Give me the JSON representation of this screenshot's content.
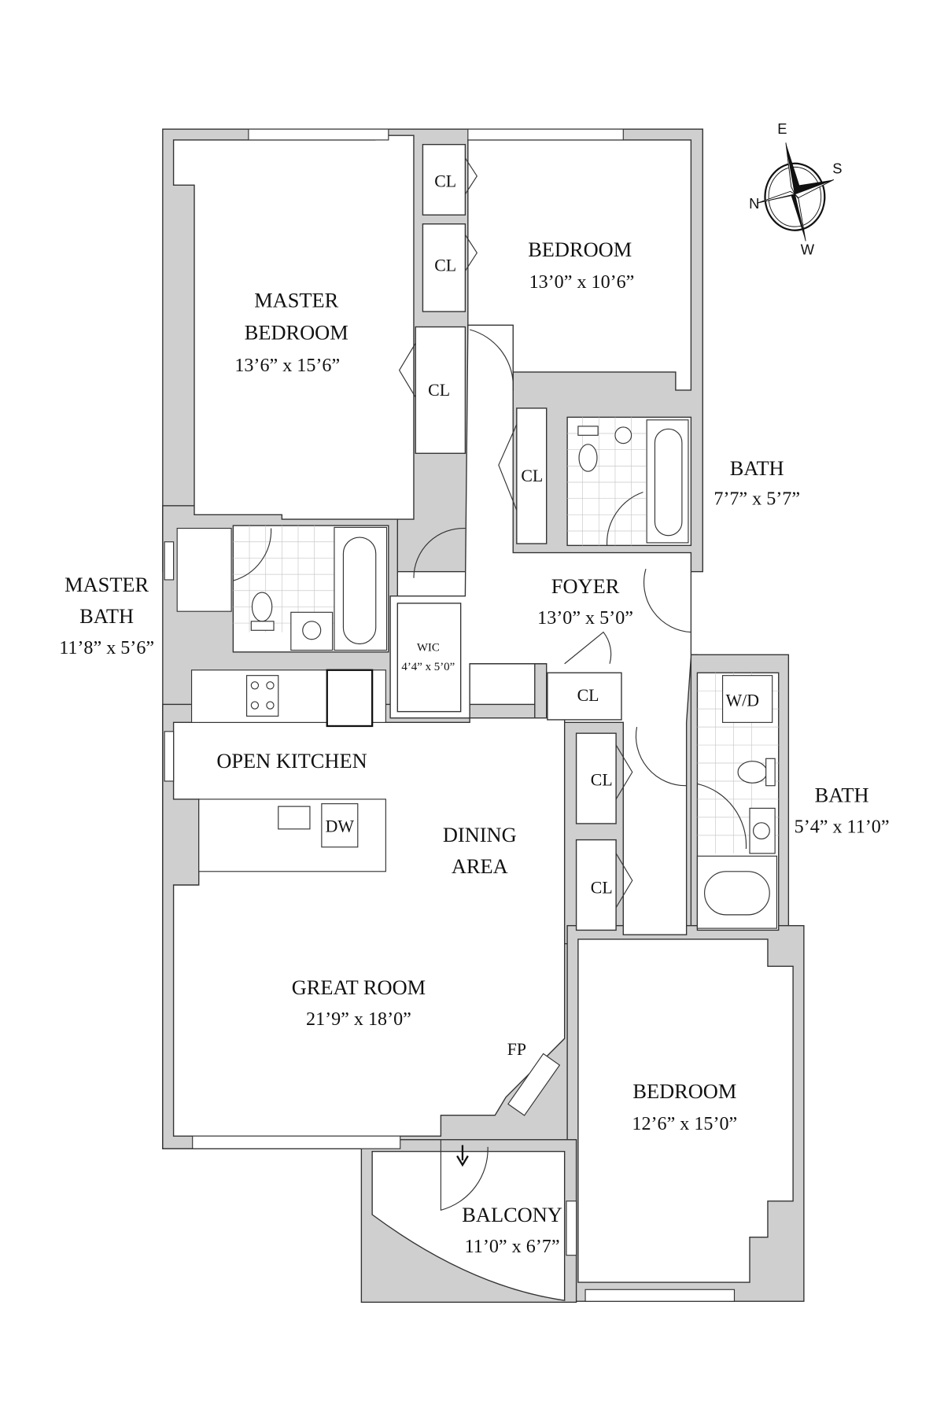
{
  "rooms": {
    "master_bedroom": {
      "name_line1": "MASTER",
      "name_line2": "BEDROOM",
      "dims": "13’6” x 15’6”"
    },
    "bedroom_1": {
      "name": "BEDROOM",
      "dims": "13’0” x 10’6”"
    },
    "bath_1": {
      "name": "BATH",
      "dims": "7’7” x 5’7”"
    },
    "master_bath": {
      "name_line1": "MASTER",
      "name_line2": "BATH",
      "dims": "11’8” x 5’6”"
    },
    "wic": {
      "name": "WIC",
      "dims": "4’4” x 5’0”"
    },
    "foyer": {
      "name": "FOYER",
      "dims": "13’0” x 5’0”"
    },
    "open_kitchen": {
      "name": "OPEN KITCHEN"
    },
    "dining_area": {
      "name_line1": "DINING",
      "name_line2": "AREA"
    },
    "great_room": {
      "name": "GREAT ROOM",
      "dims": "21’9” x 18’0”"
    },
    "bath_2": {
      "name": "BATH",
      "dims": "5’4” x 11’0”"
    },
    "bedroom_2": {
      "name": "BEDROOM",
      "dims": "12’6” x 15’0”"
    },
    "balcony": {
      "name": "BALCONY",
      "dims": "11’0” x 6’7”"
    }
  },
  "fixtures": {
    "closet": "CL",
    "washer_dryer": "W/D",
    "dishwasher": "DW",
    "fireplace": "FP"
  },
  "compass": {
    "east": "E",
    "south": "S",
    "north": "N",
    "west": "W"
  }
}
